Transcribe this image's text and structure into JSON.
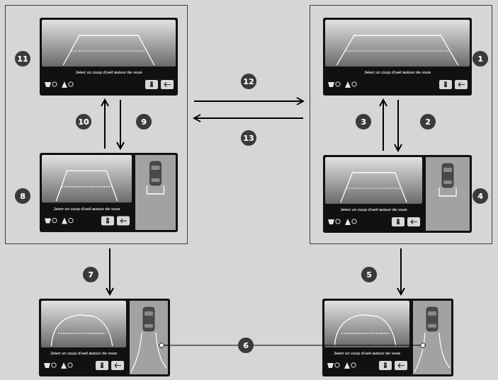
{
  "diagram": {
    "nodes": [
      {
        "text": []
      },
      {
        "text": [
          "Jetez un coup d'oeil autour de vous"
        ],
        "in": 0
      },
      {
        "text": [
          "Jetez un coup d'oeil autour de vous"
        ],
        "in": 0
      },
      {
        "text": []
      },
      {
        "text": [
          "Jetez un coup d'oeil autour de vous"
        ],
        "in": 3
      },
      {
        "text": [
          "Jetez un coup d'oeil autour de vous"
        ],
        "in": 3
      },
      {
        "text": [
          "Jetez un coup d'oeil autour de vous"
        ]
      },
      {
        "text": [
          "Jetez un coup d'oeil autour de vous"
        ]
      }
    ],
    "edges": [
      {
        "from": 1,
        "to": 2,
        "arrow": "to",
        "label": "9"
      },
      {
        "from": 2,
        "to": 1,
        "arrow": "to",
        "label": "10"
      },
      {
        "from": 0,
        "to": 3,
        "arrow": "to",
        "label": "12"
      },
      {
        "from": 3,
        "to": 0,
        "arrow": "to",
        "label": "13"
      },
      {
        "from": 4,
        "to": 5,
        "arrow": "to",
        "label": "2"
      },
      {
        "from": 5,
        "to": 4,
        "arrow": "to",
        "label": "3"
      },
      {
        "from": 0,
        "to": 6,
        "arrow": "to",
        "label": "7"
      },
      {
        "from": 3,
        "to": 7,
        "arrow": "to",
        "label": "5"
      },
      {
        "from": 6,
        "to": 7,
        "arrow": "none",
        "label": "6"
      }
    ],
    "labels": [
      "11",
      "8",
      "1",
      "4"
    ]
  }
}
